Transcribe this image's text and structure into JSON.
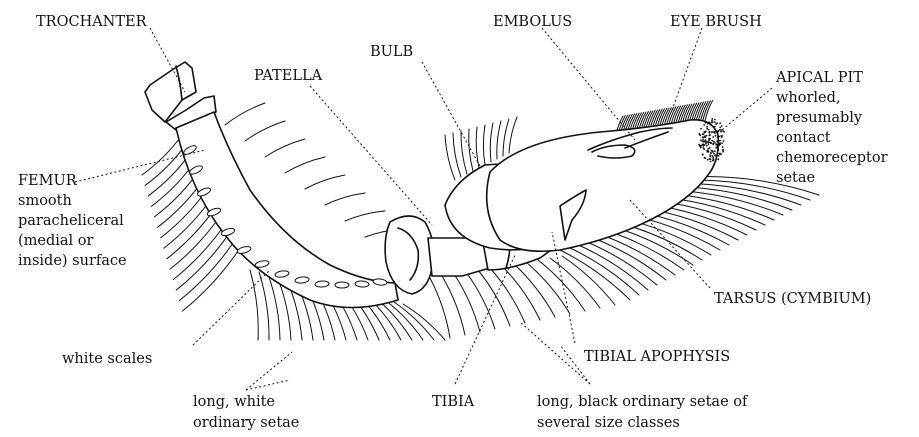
{
  "labels": {
    "trochanter": "TROCHANTER",
    "patella": "PATELLA",
    "bulb": "BULB",
    "embolus": "EMBOLUS",
    "eye_brush": "EYE BRUSH",
    "apical_pit": [
      "APICAL PIT",
      "whorled,",
      "presumably",
      "contact",
      "chemoreceptor",
      "setae"
    ],
    "femur": [
      "FEMUR",
      "smooth",
      "paracheliceral",
      "(medial or",
      "inside) surface"
    ],
    "tarsus": "TARSUS (CYMBIUM)",
    "white_scales": "white scales",
    "tibial_apophysis": "TIBIAL APOPHYSIS",
    "long_white_setae": [
      "long, white",
      "ordinary setae"
    ],
    "tibia": "TIBIA",
    "long_black_setae": [
      "long, black ordinary setae of",
      "several size classes"
    ]
  }
}
